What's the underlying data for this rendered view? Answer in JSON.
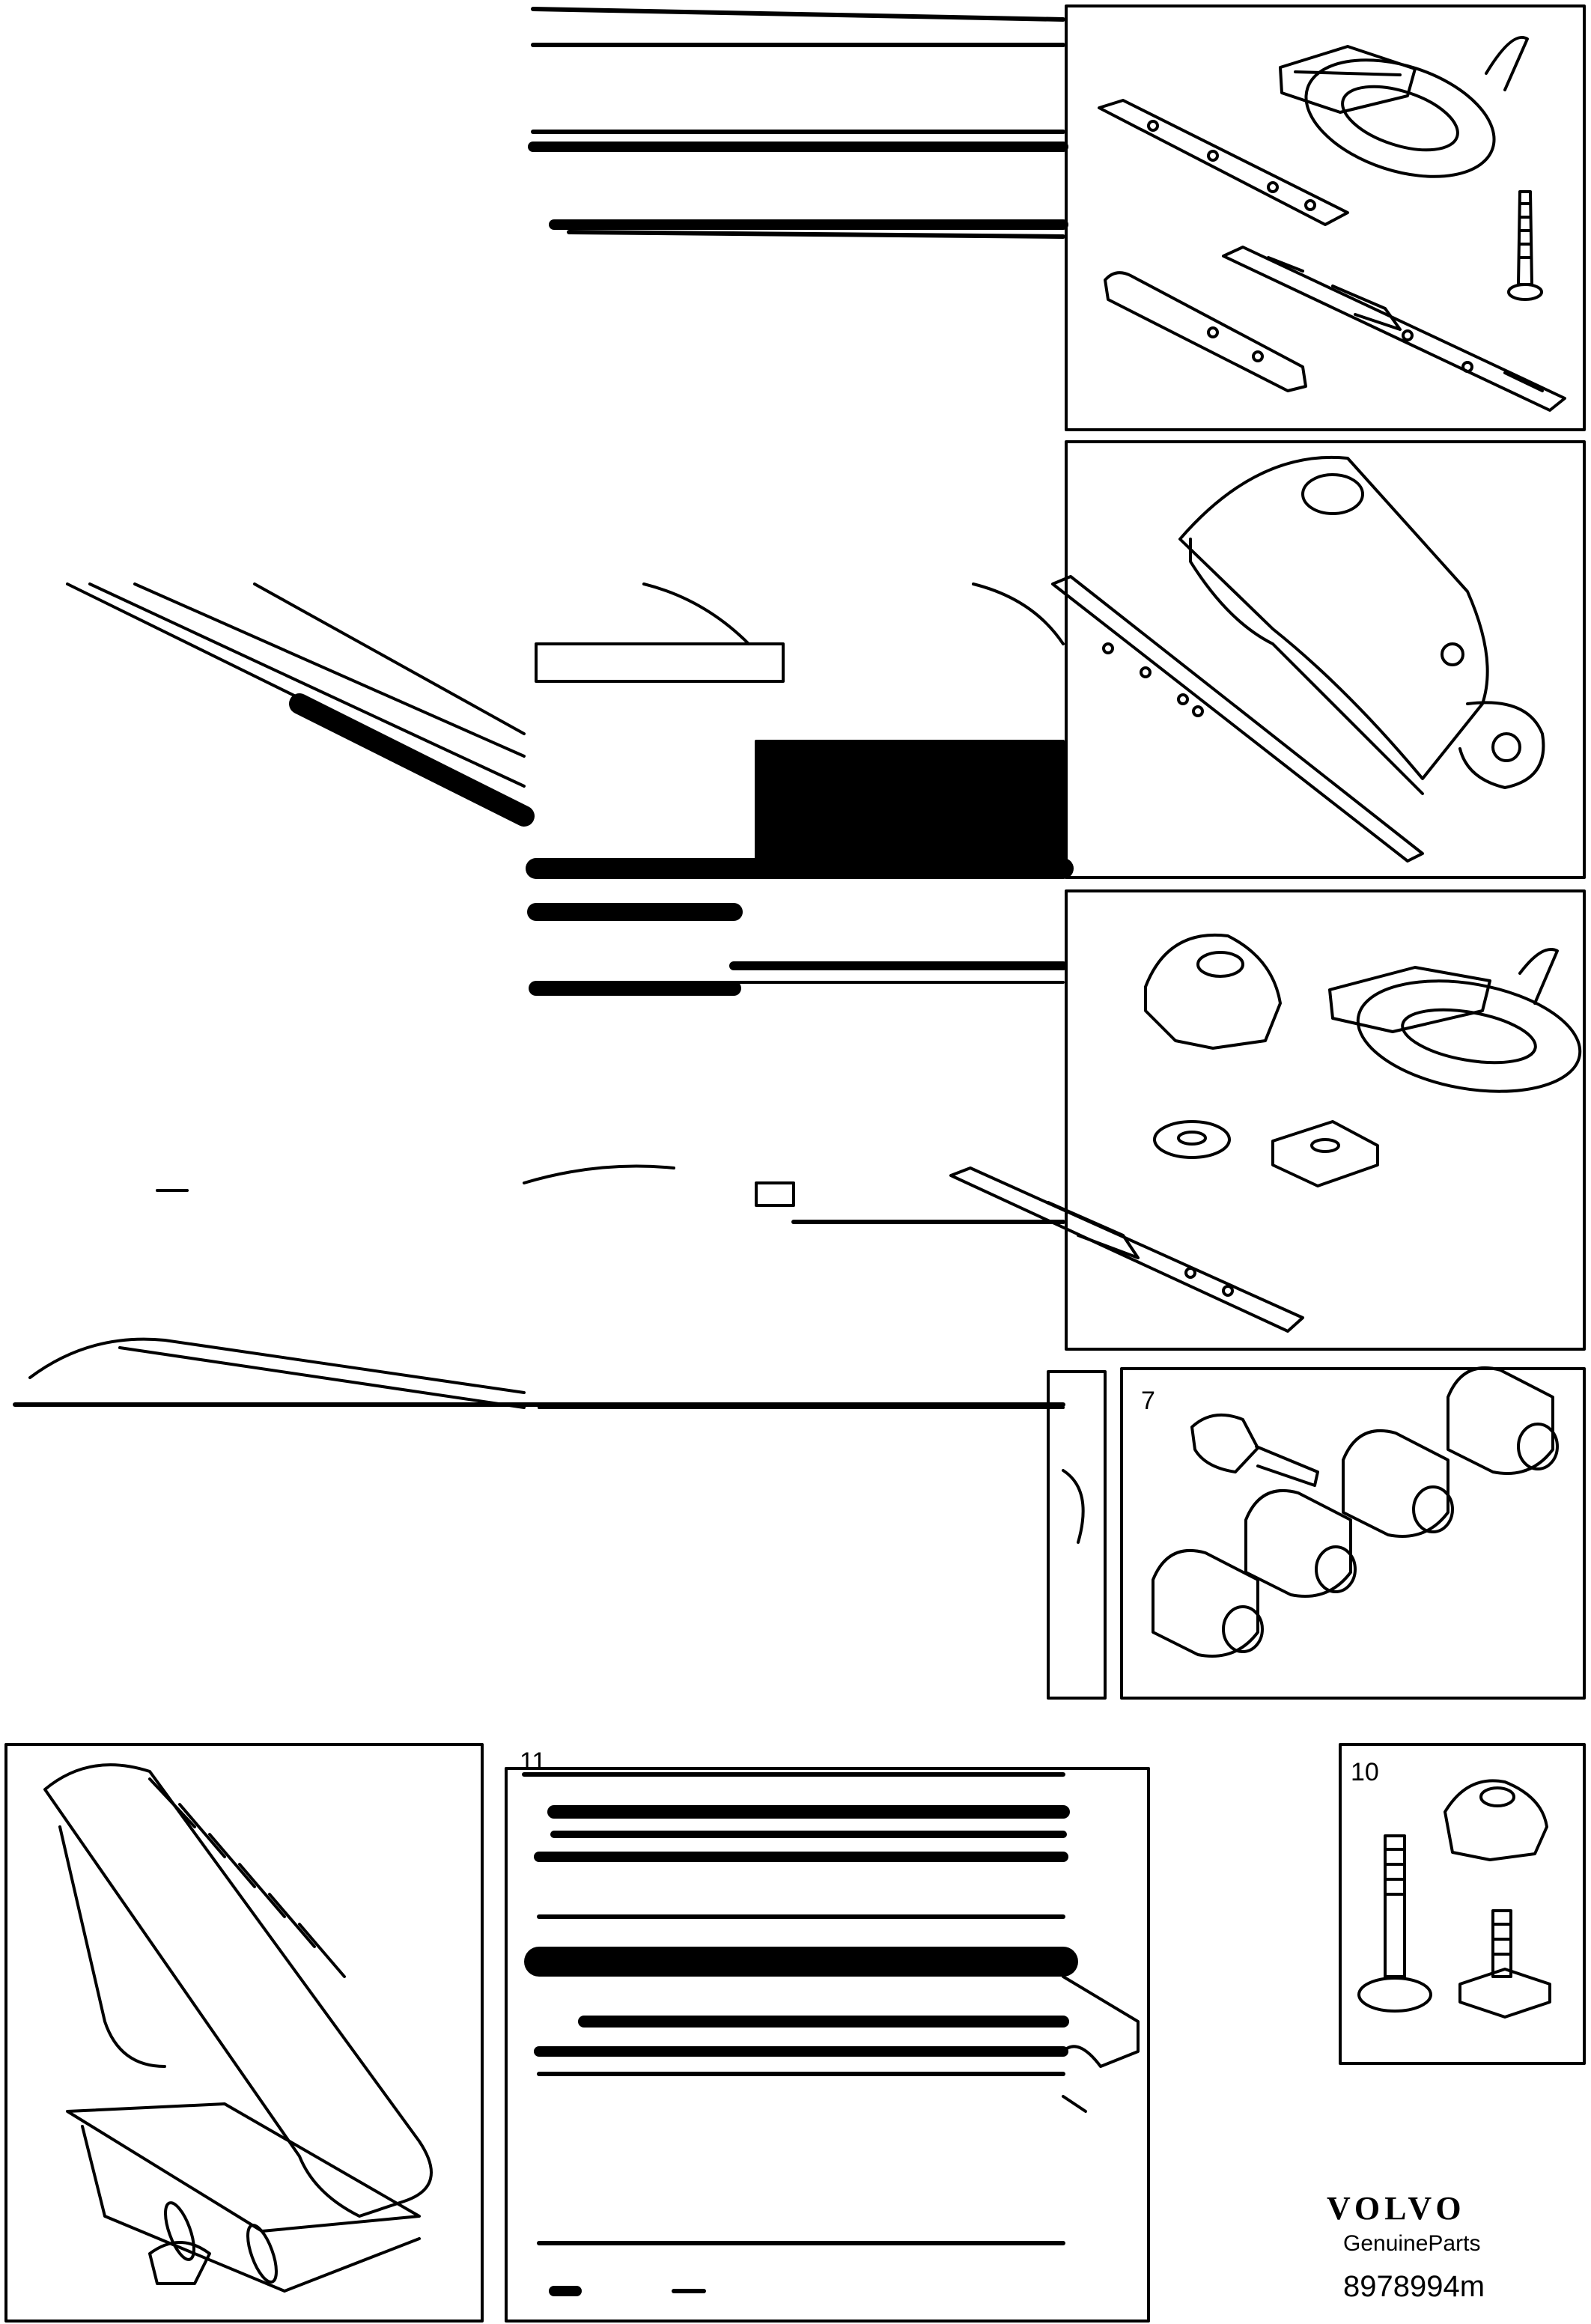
{
  "callouts": {
    "panel_7": "7",
    "panel_10": "10",
    "panel_11": "11"
  },
  "branding": {
    "brand": "VOLVO",
    "tagline": "GenuineParts",
    "part_code": "8978994m"
  },
  "colors": {
    "ink": "#000000",
    "paper": "#ffffff"
  }
}
